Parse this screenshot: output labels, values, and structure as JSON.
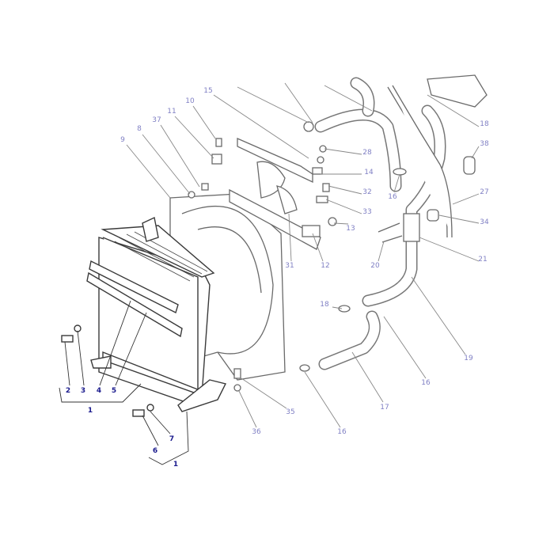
{
  "colors": {
    "callout_primary": "#1c1c8e",
    "callout_secondary": "#8080c4",
    "line_art": "#6a6a6a"
  },
  "callouts_primary": [
    {
      "id": "2"
    },
    {
      "id": "3"
    },
    {
      "id": "4"
    },
    {
      "id": "5"
    },
    {
      "id": "1"
    },
    {
      "id": "6"
    },
    {
      "id": "7"
    },
    {
      "id": "1"
    }
  ],
  "callouts_secondary": [
    {
      "id": "15"
    },
    {
      "id": "10"
    },
    {
      "id": "11"
    },
    {
      "id": "37"
    },
    {
      "id": "8"
    },
    {
      "id": "9"
    },
    {
      "id": "18"
    },
    {
      "id": "28"
    },
    {
      "id": "14"
    },
    {
      "id": "38"
    },
    {
      "id": "32"
    },
    {
      "id": "16"
    },
    {
      "id": "27"
    },
    {
      "id": "33"
    },
    {
      "id": "34"
    },
    {
      "id": "13"
    },
    {
      "id": "12"
    },
    {
      "id": "31"
    },
    {
      "id": "20"
    },
    {
      "id": "21"
    },
    {
      "id": "18"
    },
    {
      "id": "19"
    },
    {
      "id": "16"
    },
    {
      "id": "17"
    },
    {
      "id": "16"
    },
    {
      "id": "35"
    },
    {
      "id": "36"
    }
  ]
}
